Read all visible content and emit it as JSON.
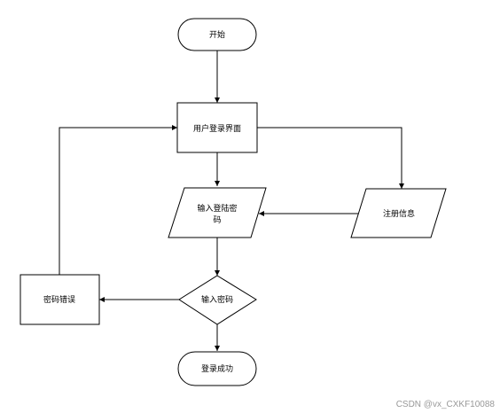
{
  "nodes": {
    "start": "开始",
    "login_ui": "用户登录界面",
    "input_line1": "输入登陆密",
    "input_line2": "码",
    "register": "注册信息",
    "check": "输入密码",
    "error": "密码错误",
    "success": "登录成功"
  },
  "watermark": "CSDN @vx_CXKF10088"
}
